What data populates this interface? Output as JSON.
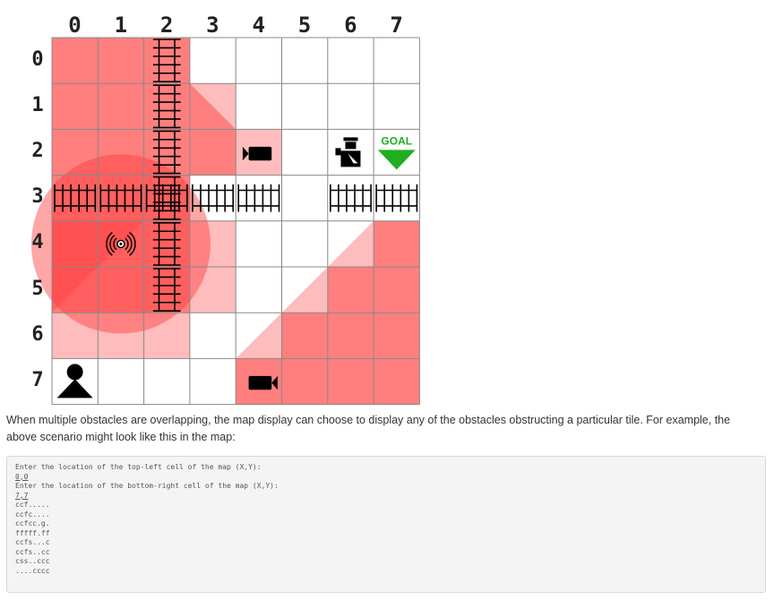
{
  "grid": {
    "column_labels": [
      "0",
      "1",
      "2",
      "3",
      "4",
      "5",
      "6",
      "7"
    ],
    "row_labels": [
      "0",
      "1",
      "2",
      "3",
      "4",
      "5",
      "6",
      "7"
    ],
    "goal_label": "GOAL",
    "colors": {
      "hazard": "#ff7f7f",
      "hazard_light": "#ffbcbc",
      "hazard_strong": "#ff3a3a",
      "grid_line": "#888888",
      "goal": "#1fae1f"
    },
    "icons": [
      "railroad-track-icon",
      "camera-icon",
      "police-officer-icon",
      "goal-arrow-icon",
      "radio-signal-icon",
      "person-icon"
    ]
  },
  "caption": "When multiple obstacles are overlapping, the map display can choose to display any of the obstacles obstructing a particular tile. For example, the above scenario might look like this in the map:",
  "console": {
    "lines": [
      {
        "text": "Enter the location of the top-left cell of the map (X,Y):",
        "input": false
      },
      {
        "text": "0,0",
        "input": true
      },
      {
        "text": "Enter the location of the bottom-right cell of the map (X,Y):",
        "input": false
      },
      {
        "text": "7,7",
        "input": true
      },
      {
        "text": "ccf.....",
        "input": false
      },
      {
        "text": "ccfc....",
        "input": false
      },
      {
        "text": "ccfcc.g.",
        "input": false
      },
      {
        "text": "fffff.ff",
        "input": false
      },
      {
        "text": "ccfs...c",
        "input": false
      },
      {
        "text": "ccfs..cc",
        "input": false
      },
      {
        "text": "css..ccc",
        "input": false
      },
      {
        "text": "....cccc",
        "input": false
      }
    ]
  }
}
